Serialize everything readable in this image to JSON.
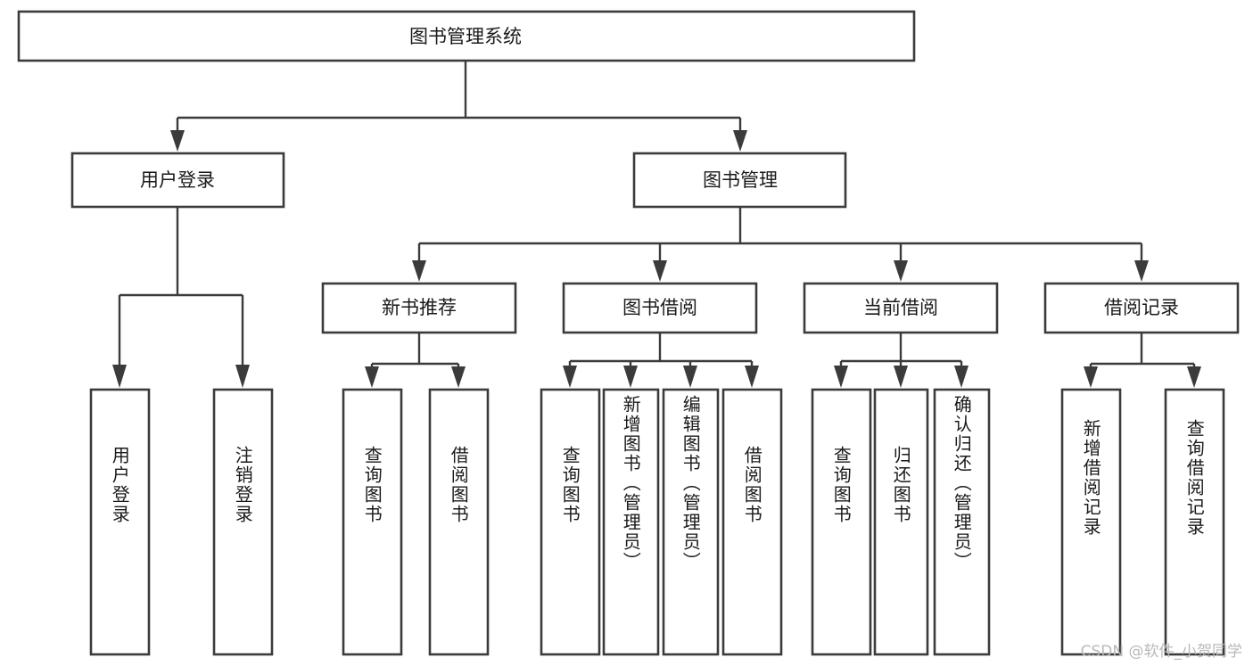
{
  "diagram": {
    "title": "图书管理系统",
    "type": "hierarchy-tree",
    "watermark": "CSDN @软件_小贺同学",
    "colors": {
      "stroke": "#3b3b3b",
      "fill": "#ffffff",
      "text": "#1a1a1a",
      "watermark": "#b9b9b9",
      "background": "#ffffff"
    },
    "levels": {
      "root": {
        "label": "图书管理系统"
      },
      "level2": [
        {
          "label": "用户登录"
        },
        {
          "label": "图书管理"
        }
      ],
      "level3": [
        {
          "label": "新书推荐"
        },
        {
          "label": "图书借阅"
        },
        {
          "label": "当前借阅"
        },
        {
          "label": "借阅记录"
        }
      ],
      "leaves": [
        {
          "label": "用户登录",
          "parent": "用户登录"
        },
        {
          "label": "注销登录",
          "parent": "用户登录"
        },
        {
          "label": "查询图书",
          "parent": "新书推荐"
        },
        {
          "label": "借阅图书",
          "parent": "新书推荐"
        },
        {
          "label": "查询图书",
          "parent": "图书借阅"
        },
        {
          "label": "新增图书（管理员）",
          "parent": "图书借阅"
        },
        {
          "label": "编辑图书（管理员）",
          "parent": "图书借阅"
        },
        {
          "label": "借阅图书",
          "parent": "图书借阅"
        },
        {
          "label": "查询图书",
          "parent": "当前借阅"
        },
        {
          "label": "归还图书",
          "parent": "当前借阅"
        },
        {
          "label": "确认归还（管理员）",
          "parent": "当前借阅"
        },
        {
          "label": "新增借阅记录",
          "parent": "借阅记录"
        },
        {
          "label": "查询借阅记录",
          "parent": "借阅记录"
        }
      ]
    }
  },
  "chart_data": {
    "type": "table",
    "title": "图书管理系统",
    "nodes": [
      {
        "id": "root",
        "label": "图书管理系统",
        "level": 1,
        "parent": null
      },
      {
        "id": "n2-1",
        "label": "用户登录",
        "level": 2,
        "parent": "root"
      },
      {
        "id": "n2-2",
        "label": "图书管理",
        "level": 2,
        "parent": "root"
      },
      {
        "id": "n3-1",
        "label": "新书推荐",
        "level": 3,
        "parent": "n2-2"
      },
      {
        "id": "n3-2",
        "label": "图书借阅",
        "level": 3,
        "parent": "n2-2"
      },
      {
        "id": "n3-3",
        "label": "当前借阅",
        "level": 3,
        "parent": "n2-2"
      },
      {
        "id": "n3-4",
        "label": "借阅记录",
        "level": 3,
        "parent": "n2-2"
      },
      {
        "id": "n4-1",
        "label": "用户登录",
        "level": 4,
        "parent": "n2-1"
      },
      {
        "id": "n4-2",
        "label": "注销登录",
        "level": 4,
        "parent": "n2-1"
      },
      {
        "id": "n4-3",
        "label": "查询图书",
        "level": 4,
        "parent": "n3-1"
      },
      {
        "id": "n4-4",
        "label": "借阅图书",
        "level": 4,
        "parent": "n3-1"
      },
      {
        "id": "n4-5",
        "label": "查询图书",
        "level": 4,
        "parent": "n3-2"
      },
      {
        "id": "n4-6",
        "label": "新增图书（管理员）",
        "level": 4,
        "parent": "n3-2"
      },
      {
        "id": "n4-7",
        "label": "编辑图书（管理员）",
        "level": 4,
        "parent": "n3-2"
      },
      {
        "id": "n4-8",
        "label": "借阅图书",
        "level": 4,
        "parent": "n3-2"
      },
      {
        "id": "n4-9",
        "label": "查询图书",
        "level": 4,
        "parent": "n3-3"
      },
      {
        "id": "n4-10",
        "label": "归还图书",
        "level": 4,
        "parent": "n3-3"
      },
      {
        "id": "n4-11",
        "label": "确认归还（管理员）",
        "level": 4,
        "parent": "n3-3"
      },
      {
        "id": "n4-12",
        "label": "新增借阅记录",
        "level": 4,
        "parent": "n3-4"
      },
      {
        "id": "n4-13",
        "label": "查询借阅记录",
        "level": 4,
        "parent": "n3-4"
      }
    ]
  }
}
